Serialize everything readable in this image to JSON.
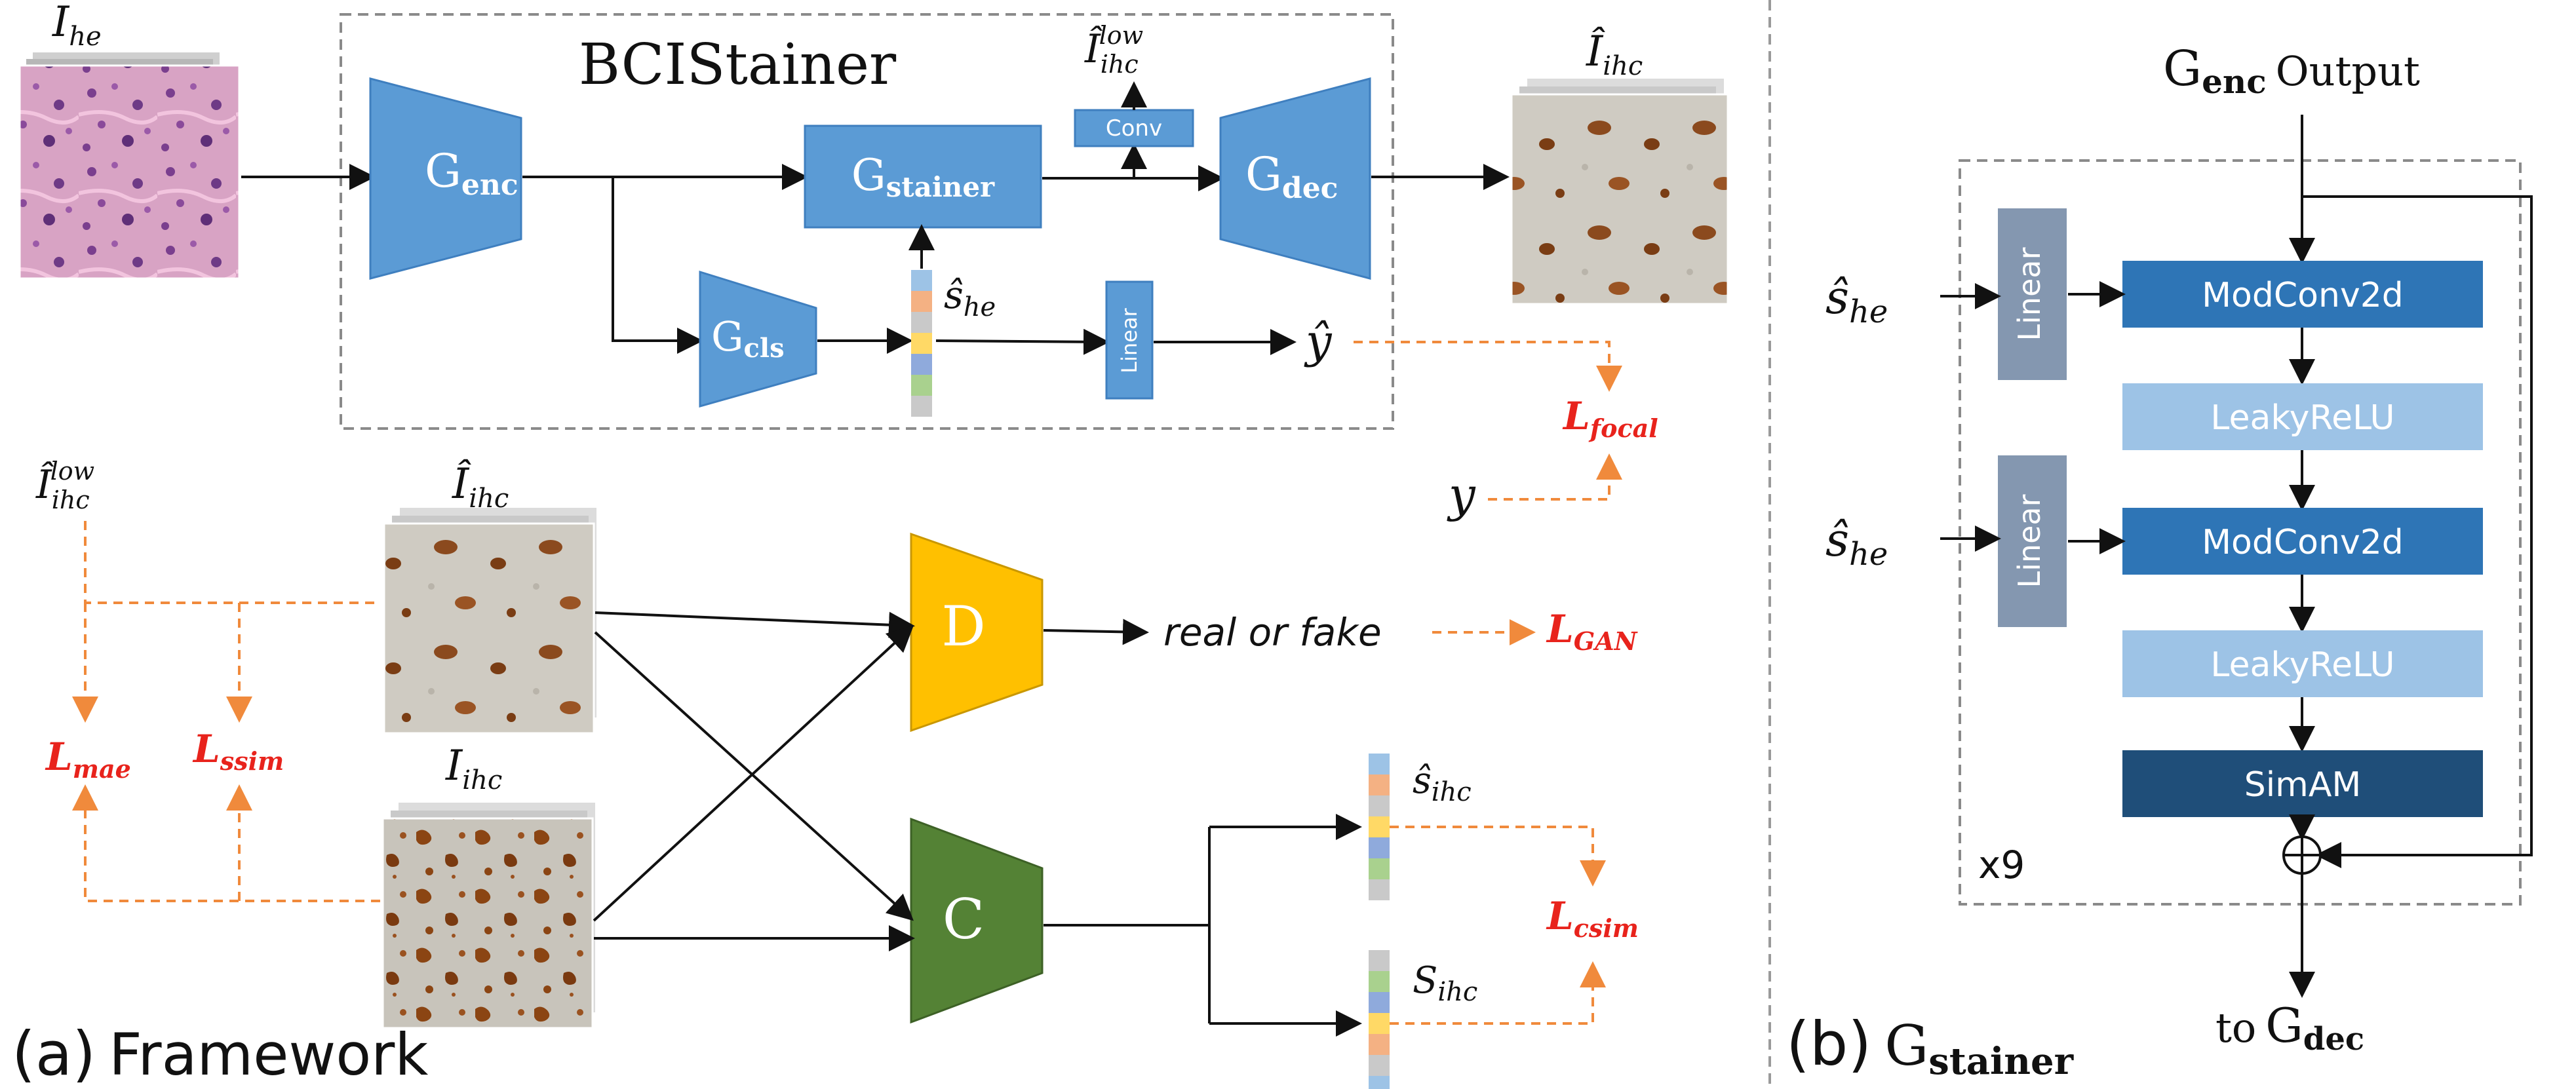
{
  "colors": {
    "module_blue": "#5b9bd5",
    "module_blue_dark": "#3f7fbf",
    "discriminator": "#ffc000",
    "classifier": "#548235",
    "linear_gray": "#8497b0",
    "modconv": "#2e75b6",
    "leakyrelu": "#9dc3e6",
    "simam": "#1f4e79",
    "loss_red": "#e8231c",
    "dash_orange": "#f08a3c"
  },
  "framework": {
    "caption_prefix": "(a)",
    "caption": "Framework",
    "bcistainer_title": "BCIStainer",
    "input_he": {
      "base": "I",
      "sub": "he"
    },
    "output_ihc": {
      "base": "Î",
      "sub": "ihc"
    },
    "low_ihc": {
      "base": "Î",
      "sub": "ihc",
      "sup": "low"
    },
    "g_enc": {
      "base": "G",
      "sub": "enc"
    },
    "g_stainer": {
      "base": "G",
      "sub": "stainer"
    },
    "g_dec": {
      "base": "G",
      "sub": "dec"
    },
    "g_cls": {
      "base": "G",
      "sub": "cls"
    },
    "conv_label": "Conv",
    "linear_label": "Linear",
    "s_he": {
      "base": "ŝ",
      "sub": "he"
    },
    "y_hat": "ŷ",
    "y": "y",
    "discriminator_label": "D",
    "classifier_label": "C",
    "real_or_fake": "real or fake",
    "real_ihc": {
      "base": "I",
      "sub": "ihc"
    },
    "fake_ihc": {
      "base": "Î",
      "sub": "ihc"
    },
    "s_hat_ihc": {
      "base": "ŝ",
      "sub": "ihc"
    },
    "s_ihc": {
      "base": "S",
      "sub": "ihc"
    },
    "losses": {
      "focal": {
        "base": "L",
        "sub": "focal"
      },
      "gan": {
        "base": "L",
        "sub": "GAN"
      },
      "mae": {
        "base": "L",
        "sub": "mae"
      },
      "ssim": {
        "base": "L",
        "sub": "ssim"
      },
      "csim": {
        "base": "L",
        "sub": "csim"
      }
    },
    "he_vector_colors": [
      "#9dc3e6",
      "#f4b183",
      "#c9c9c9",
      "#ffd966",
      "#8faadc",
      "#a9d18e",
      "#c9c9c9"
    ],
    "s_hat_ihc_colors": [
      "#9dc3e6",
      "#f4b183",
      "#c9c9c9",
      "#ffd966",
      "#8faadc",
      "#a9d18e",
      "#c9c9c9"
    ],
    "s_ihc_colors": [
      "#c9c9c9",
      "#a9d18e",
      "#8faadc",
      "#ffd966",
      "#f4b183",
      "#c9c9c9",
      "#9dc3e6"
    ]
  },
  "stainer_detail": {
    "caption_prefix": "(b)",
    "caption": {
      "base": "G",
      "sub": "stainer"
    },
    "top_label": {
      "base": "G",
      "sub": "enc",
      "suffix": "Output"
    },
    "bottom_label": {
      "prefix": "to",
      "base": "G",
      "sub": "dec"
    },
    "s_he_1": {
      "base": "ŝ",
      "sub": "he"
    },
    "s_he_2": {
      "base": "ŝ",
      "sub": "he"
    },
    "linear_1": "Linear",
    "linear_2": "Linear",
    "modconv_1": "ModConv2d",
    "leaky_1": "LeakyReLU",
    "modconv_2": "ModConv2d",
    "leaky_2": "LeakyReLU",
    "simam": "SimAM",
    "repeat": "x9"
  }
}
